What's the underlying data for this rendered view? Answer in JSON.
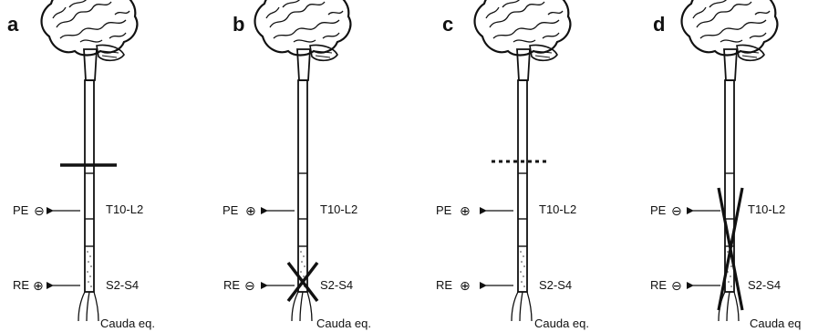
{
  "panels": [
    {
      "letter": "a",
      "pe": {
        "label": "PE",
        "sign": "⊖"
      },
      "re": {
        "label": "RE",
        "sign": "⊕"
      },
      "segment_upper": "T10-L2",
      "segment_lower": "S2-S4",
      "cauda": "Cauda eq.",
      "lesion": "complete-transection-above-T10"
    },
    {
      "letter": "b",
      "pe": {
        "label": "PE",
        "sign": "⊕"
      },
      "re": {
        "label": "RE",
        "sign": "⊖"
      },
      "segment_upper": "T10-L2",
      "segment_lower": "S2-S4",
      "cauda": "Cauda eq.",
      "lesion": "sacral-segment-destroyed"
    },
    {
      "letter": "c",
      "pe": {
        "label": "PE",
        "sign": "⊕"
      },
      "re": {
        "label": "RE",
        "sign": "⊕"
      },
      "segment_upper": "T10-L2",
      "segment_lower": "S2-S4",
      "cauda": "Cauda eq.",
      "lesion": "incomplete-lesion-above-T10"
    },
    {
      "letter": "d",
      "pe": {
        "label": "PE",
        "sign": "⊖"
      },
      "re": {
        "label": "RE",
        "sign": "⊖"
      },
      "segment_upper": "T10-L2",
      "segment_lower": "S2-S4",
      "cauda": "Cauda eq",
      "lesion": "thoracolumbar-and-sacral-destroyed"
    }
  ]
}
